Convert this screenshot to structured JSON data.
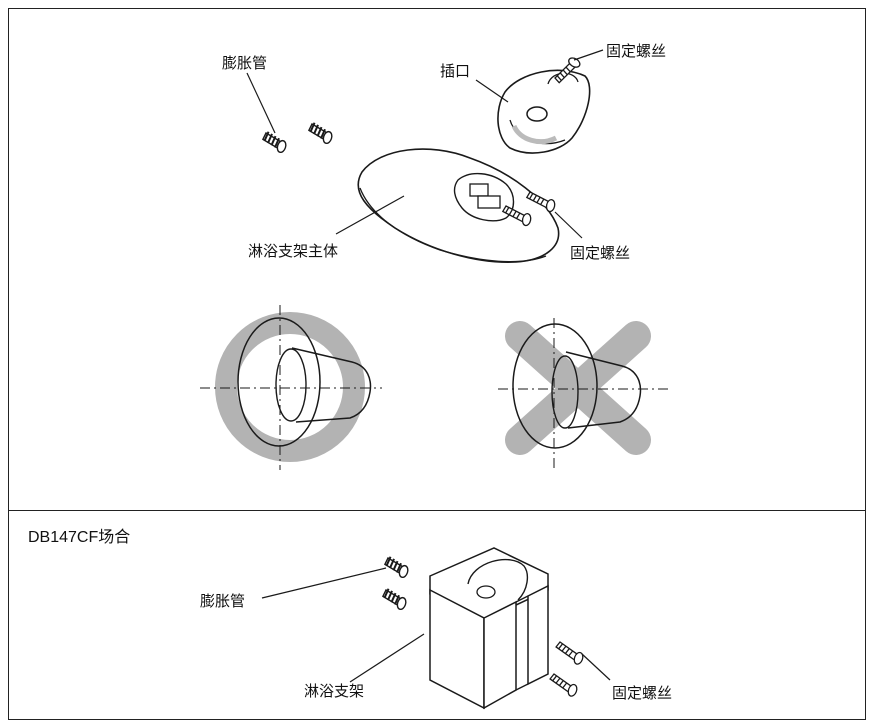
{
  "top": {
    "labels": {
      "expansion_tube": "膨胀管",
      "socket": "插口",
      "fixing_screw_top": "固定螺丝",
      "bracket_body": "淋浴支架主体",
      "fixing_screw_right": "固定螺丝"
    }
  },
  "bottom": {
    "title": "DB147CF场合",
    "labels": {
      "expansion_tube": "膨胀管",
      "bracket": "淋浴支架",
      "fixing_screw": "固定螺丝"
    }
  },
  "colors": {
    "line": "#1a1a1a",
    "symbol_gray": "#b3b3b3",
    "part_fill": "#ffffff",
    "shade": "#d9d9d9"
  },
  "icons": [
    "correct-circle-icon",
    "wrong-cross-icon"
  ]
}
